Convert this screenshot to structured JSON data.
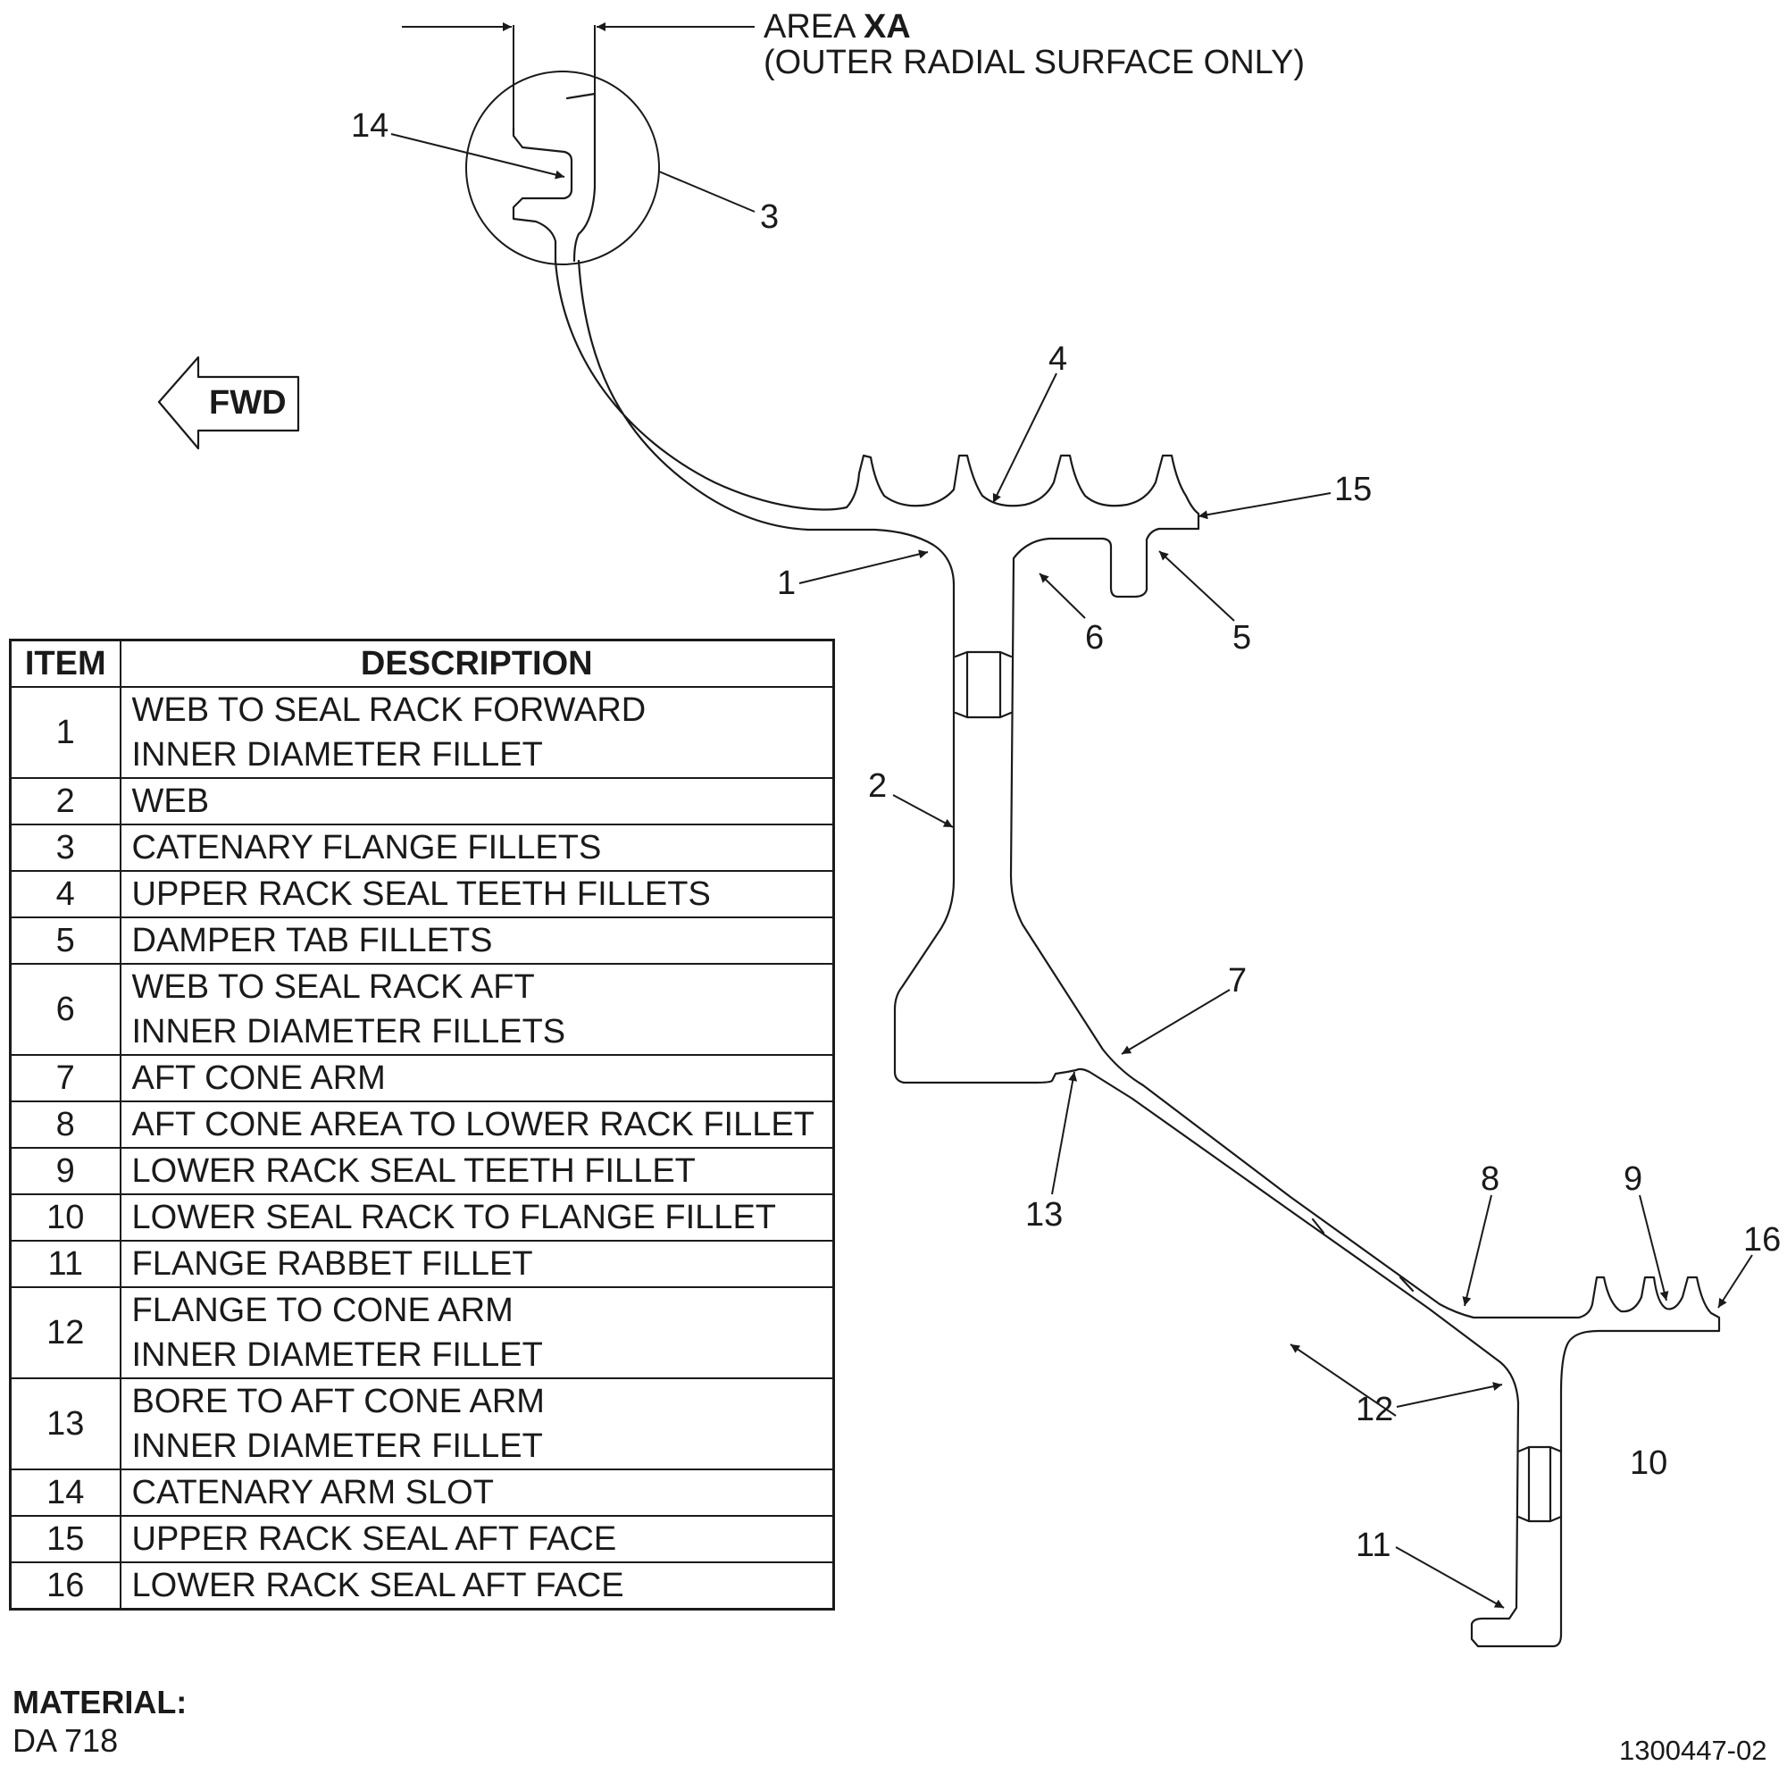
{
  "area_callout": {
    "prefix": "AREA",
    "id": "XA",
    "note": "(OUTER RADIAL SURFACE ONLY)"
  },
  "direction_arrow": {
    "label": "FWD"
  },
  "callouts": [
    "1",
    "2",
    "3",
    "4",
    "5",
    "6",
    "7",
    "8",
    "9",
    "10",
    "11",
    "12",
    "13",
    "14",
    "15",
    "16"
  ],
  "table": {
    "headers": {
      "item": "ITEM",
      "description": "DESCRIPTION"
    },
    "rows": [
      {
        "item": "1",
        "description": "WEB TO SEAL RACK FORWARD\nINNER DIAMETER FILLET"
      },
      {
        "item": "2",
        "description": "WEB"
      },
      {
        "item": "3",
        "description": "CATENARY FLANGE FILLETS"
      },
      {
        "item": "4",
        "description": "UPPER RACK SEAL TEETH FILLETS"
      },
      {
        "item": "5",
        "description": "DAMPER TAB FILLETS"
      },
      {
        "item": "6",
        "description": "WEB TO SEAL RACK AFT\nINNER DIAMETER FILLETS"
      },
      {
        "item": "7",
        "description": "AFT CONE ARM"
      },
      {
        "item": "8",
        "description": "AFT CONE AREA TO LOWER RACK FILLET"
      },
      {
        "item": "9",
        "description": "LOWER RACK SEAL TEETH FILLET"
      },
      {
        "item": "10",
        "description": "LOWER SEAL RACK TO FLANGE FILLET"
      },
      {
        "item": "11",
        "description": "FLANGE RABBET FILLET"
      },
      {
        "item": "12",
        "description": "FLANGE TO CONE ARM\nINNER DIAMETER FILLET"
      },
      {
        "item": "13",
        "description": "BORE TO AFT CONE ARM\nINNER DIAMETER FILLET"
      },
      {
        "item": "14",
        "description": "CATENARY ARM SLOT"
      },
      {
        "item": "15",
        "description": "UPPER RACK SEAL AFT FACE"
      },
      {
        "item": "16",
        "description": "LOWER RACK SEAL AFT FACE"
      }
    ]
  },
  "material": {
    "label": "MATERIAL:",
    "value": "DA 718"
  },
  "drawing_number": "1300447-02"
}
